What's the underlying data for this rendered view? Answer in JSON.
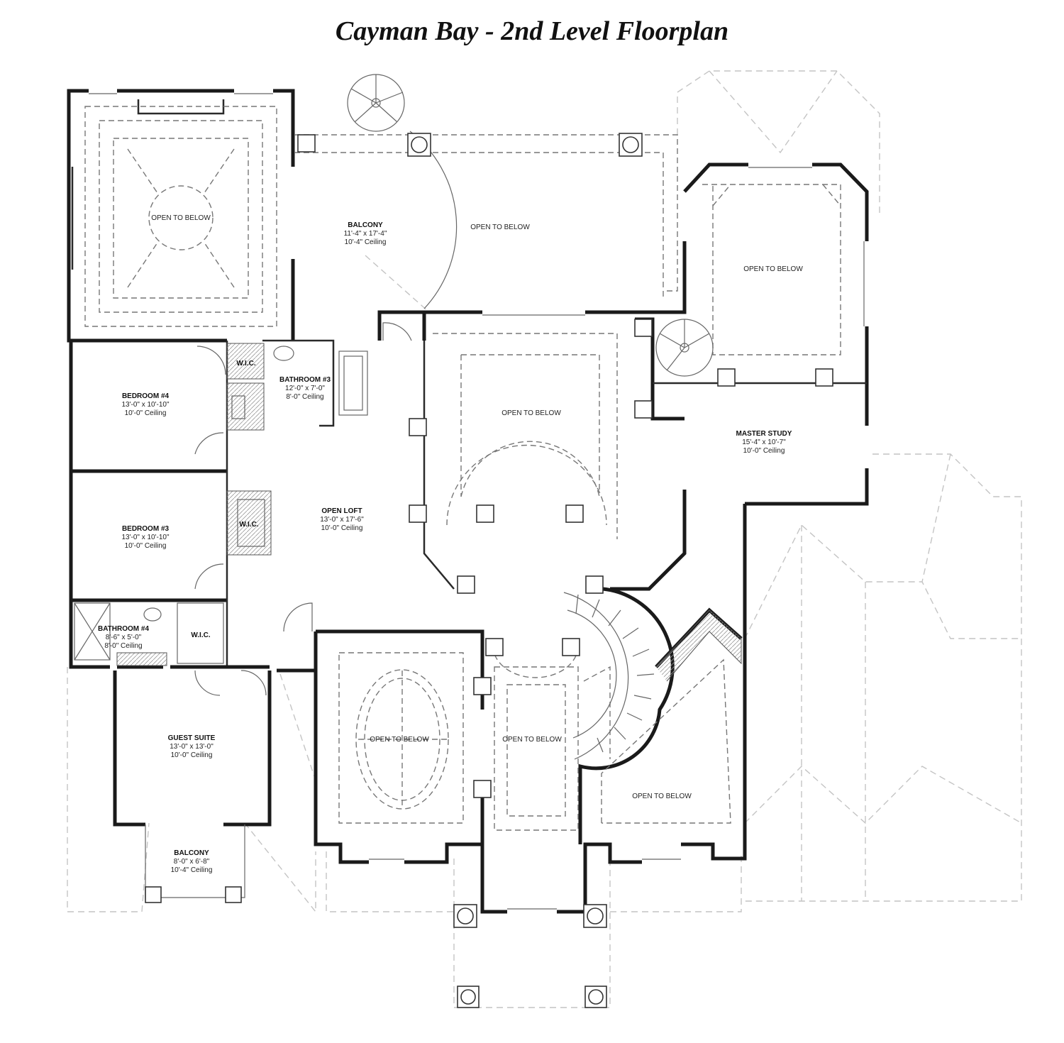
{
  "title": "Cayman Bay - 2nd Level Floorplan",
  "rooms": {
    "balcony_top": {
      "name": "BALCONY",
      "size": "11'-4\" x 17'-4\"",
      "ceiling": "10'-4\" Ceiling"
    },
    "bathroom3": {
      "name": "BATHROOM #3",
      "size": "12'-0\" x 7'-0\"",
      "ceiling": "8'-0\" Ceiling"
    },
    "bedroom4": {
      "name": "BEDROOM #4",
      "size": "13'-0\" x 10'-10\"",
      "ceiling": "10'-0\" Ceiling"
    },
    "bedroom3": {
      "name": "BEDROOM #3",
      "size": "13'-0\" x 10'-10\"",
      "ceiling": "10'-0\" Ceiling"
    },
    "open_loft": {
      "name": "OPEN LOFT",
      "size": "13'-0\" x 17'-6\"",
      "ceiling": "10'-0\" Ceiling"
    },
    "master_study": {
      "name": "MASTER STUDY",
      "size": "15'-4\" x 10'-7\"",
      "ceiling": "10'-0\" Ceiling"
    },
    "bathroom4": {
      "name": "BATHROOM #4",
      "size": "8'-6\" x 5'-0\"",
      "ceiling": "8'-0\" Ceiling"
    },
    "guest_suite": {
      "name": "GUEST SUITE",
      "size": "13'-0\" x 13'-0\"",
      "ceiling": "10'-0\" Ceiling"
    },
    "balcony_bottom": {
      "name": "BALCONY",
      "size": "8'-0\" x 6'-8\"",
      "ceiling": "10'-4\" Ceiling"
    }
  },
  "wic_labels": [
    "W.I.C.",
    "W.I.C.",
    "W.I.C."
  ],
  "open_to_below": "OPEN TO BELOW"
}
